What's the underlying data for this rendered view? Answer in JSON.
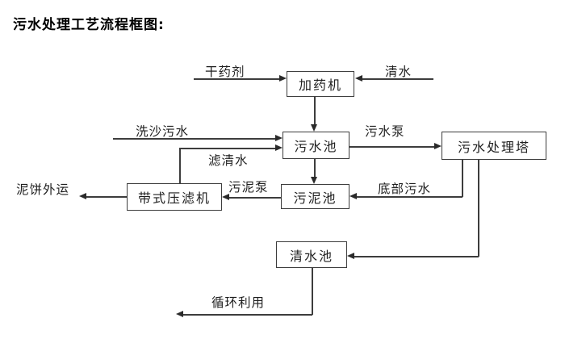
{
  "title": "污水处理工艺流程框图:",
  "nodes": {
    "dosing_machine": {
      "label": "加药机"
    },
    "sewage_pool": {
      "label": "污水池"
    },
    "treatment_tower": {
      "label": "污水处理塔"
    },
    "sludge_pool": {
      "label": "污泥池"
    },
    "belt_filter_press": {
      "label": "带式压滤机"
    },
    "clean_water_pool": {
      "label": "清水池"
    }
  },
  "flow_labels": {
    "dry_agent": "干药剂",
    "clean_water": "清水",
    "sand_wash_sewage": "洗沙污水",
    "filtered_water": "滤清水",
    "sewage_pump": "污水泵",
    "bottom_sewage": "底部污水",
    "sludge_pump": "污泥泵",
    "mud_cake_out": "泥饼外运",
    "recycle_use": "循环利用"
  },
  "colors": {
    "background": "#ffffff",
    "line": "#3d3d3d",
    "text": "#1f1f1f"
  }
}
